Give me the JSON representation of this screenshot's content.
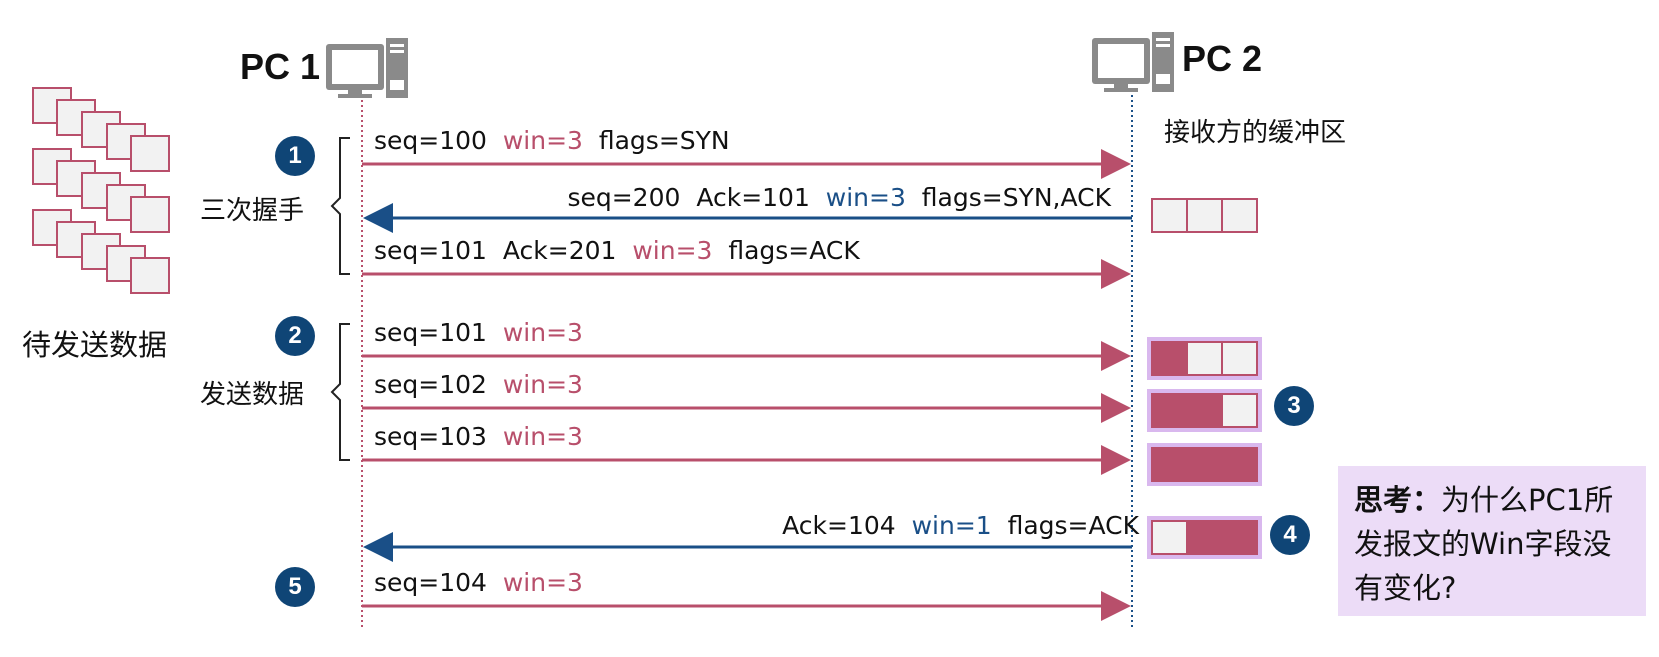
{
  "colors": {
    "send": "#b84f6b",
    "reply": "#1a4f87",
    "badge": "#0f4576",
    "note_bg": "#ecdcf7",
    "buffer_cell": "#b84f6b"
  },
  "pc1": {
    "label": "PC 1",
    "icon": "computer-icon"
  },
  "pc2": {
    "label": "PC 2",
    "icon": "computer-icon"
  },
  "left_data_label": "待发送数据",
  "receiver_buffer_label": "接收方的缓冲区",
  "groups": {
    "handshake": "三次握手",
    "send_data": "发送数据"
  },
  "badges": [
    "1",
    "2",
    "3",
    "4",
    "5"
  ],
  "messages": [
    {
      "seq": "seq=100",
      "win": "win=3",
      "flags": "flags=SYN"
    },
    {
      "seq": "seq=200",
      "ack": "Ack=101",
      "win": "win=3",
      "flags": "flags=SYN,ACK"
    },
    {
      "seq": "seq=101",
      "ack": "Ack=201",
      "win": "win=3",
      "flags": "flags=ACK"
    },
    {
      "seq": "seq=101",
      "win": "win=3"
    },
    {
      "seq": "seq=102",
      "win": "win=3"
    },
    {
      "seq": "seq=103",
      "win": "win=3"
    },
    {
      "ack": "Ack=104",
      "win": "win=1",
      "flags": "flags=ACK"
    },
    {
      "seq": "seq=104",
      "win": "win=3"
    }
  ],
  "buffers": [
    {
      "filled": [
        false,
        false,
        false
      ]
    },
    {
      "filled": [
        true,
        false,
        false
      ]
    },
    {
      "filled": [
        true,
        true,
        false
      ]
    },
    {
      "filled": [
        true,
        true,
        true
      ]
    },
    {
      "filled": [
        false,
        true,
        true
      ]
    }
  ],
  "think": {
    "label": "思考：",
    "text_line1": "为什么PC1所",
    "text_line2": "发报文的Win字段没",
    "text_line3": "有变化?"
  }
}
